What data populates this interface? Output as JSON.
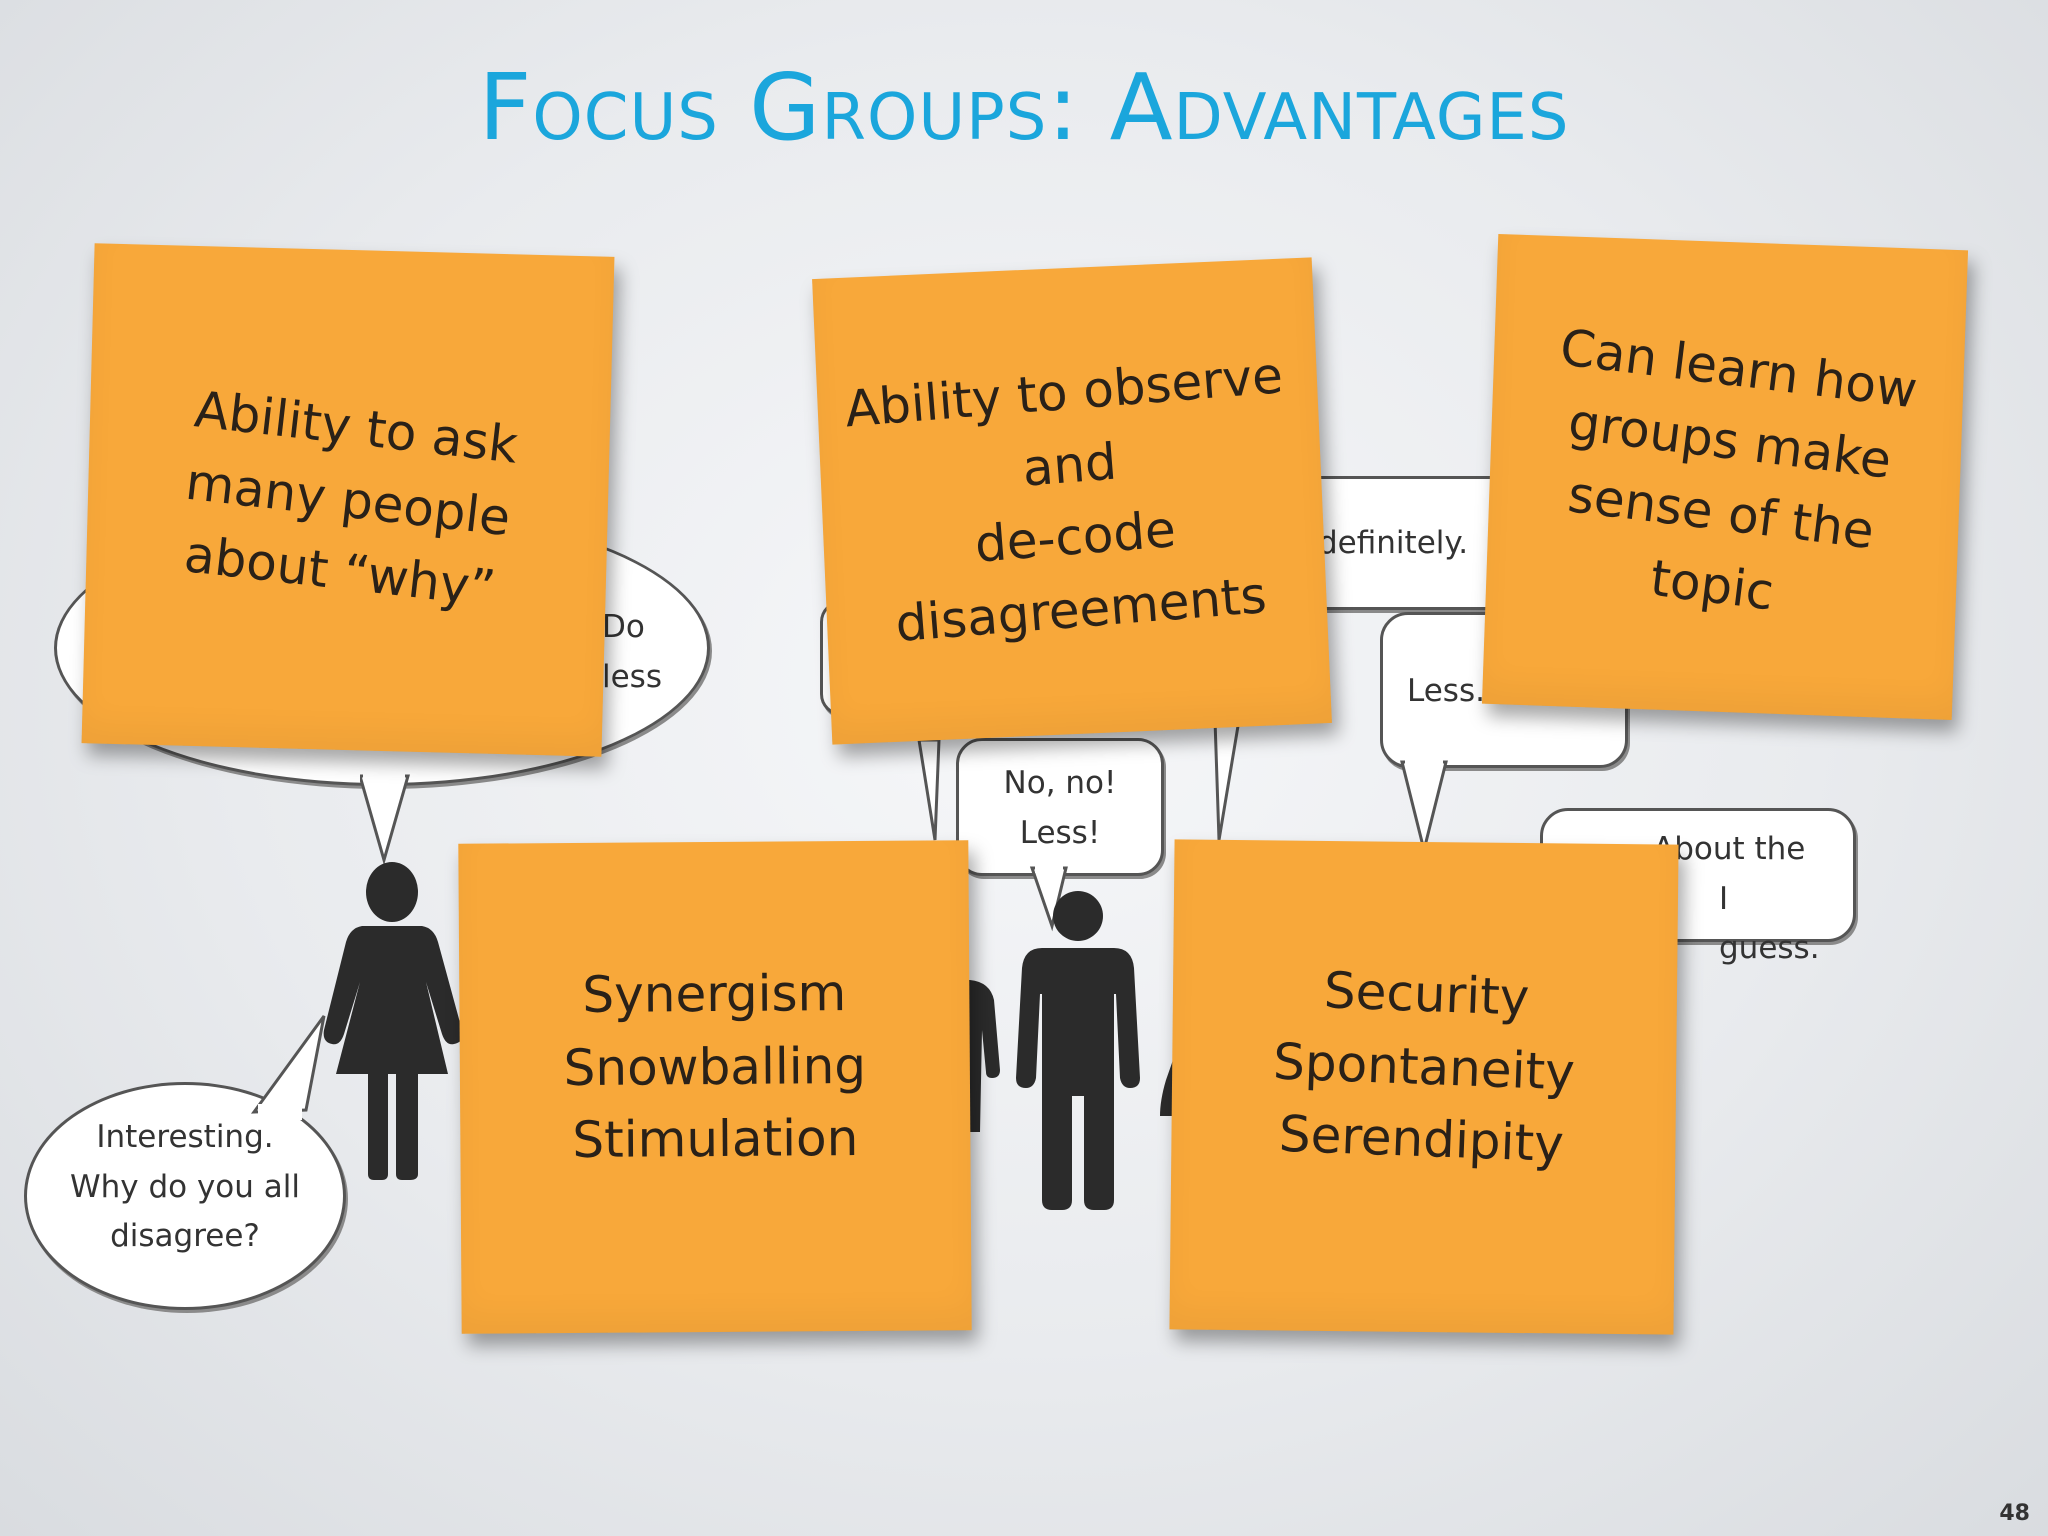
{
  "title": "Focus Groups: Advantages",
  "page_number": "48",
  "bubbles": {
    "large_left": [
      "Do",
      "less"
    ],
    "top_middle": "definitely.",
    "mid_right": "Less. I think.",
    "no_no": [
      "No, no!",
      "Less!"
    ],
    "about": [
      "About the",
      "I guess."
    ],
    "interesting": [
      "Interesting.",
      "Why do you all",
      "disagree?"
    ]
  },
  "notes": {
    "ask_why": [
      "Ability to ask",
      "many people",
      "about “why”"
    ],
    "observe": [
      "Ability to observe",
      "and",
      "de-code",
      "disagreements"
    ],
    "learn": [
      "Can learn how",
      "groups make",
      "sense of the",
      "topic"
    ],
    "synergism": [
      "Synergism",
      "Snowballing",
      "Stimulation"
    ],
    "security": [
      "Security",
      "Spontaneity",
      "Serendipity"
    ]
  },
  "colors": {
    "title": "#1ba6dc",
    "note": "#f8a83a",
    "person": "#2b2b2b"
  },
  "icons": [
    "woman-icon",
    "man-icon",
    "speech-bubble-icon"
  ]
}
